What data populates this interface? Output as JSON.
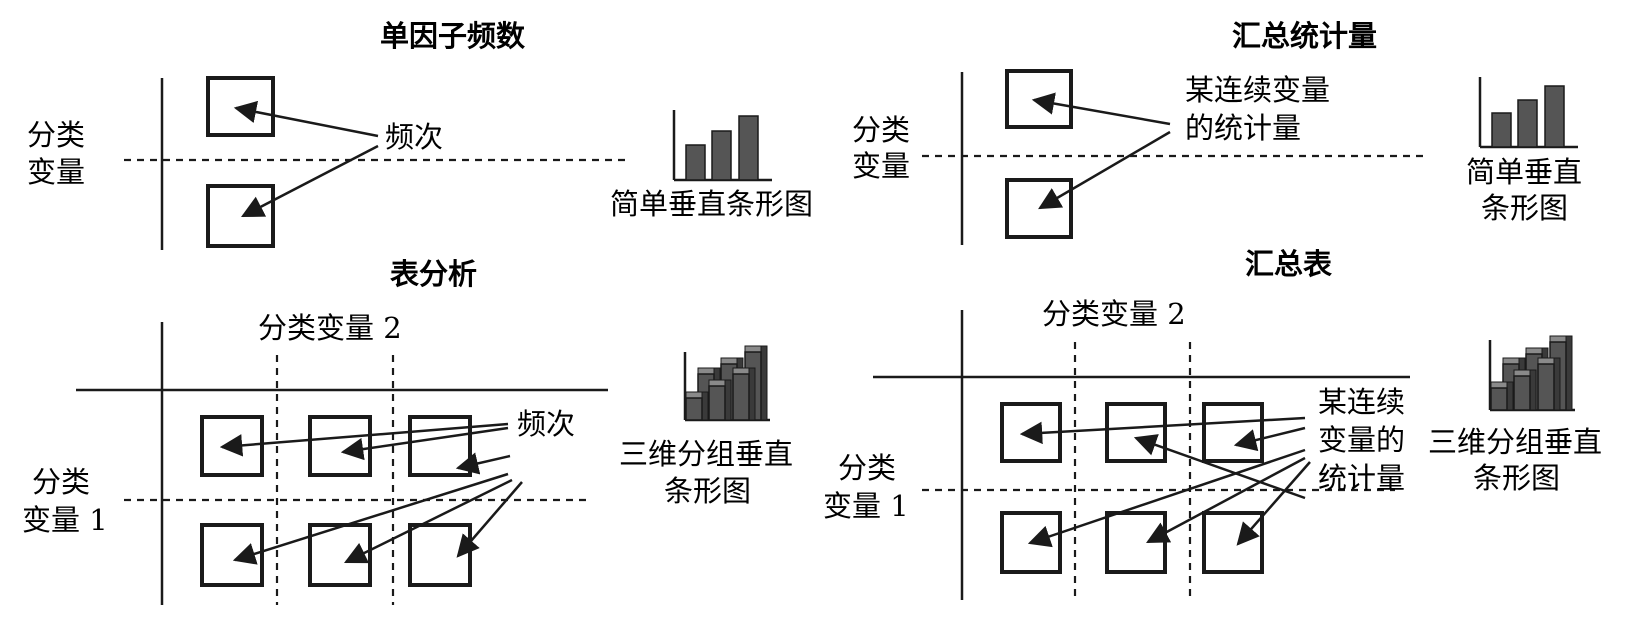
{
  "panels": {
    "top_left": {
      "title": "单因子频数",
      "axis_label": [
        "分类",
        "变量"
      ],
      "callout": "频次",
      "chart_caption": "简单垂直条形图"
    },
    "top_right": {
      "title": "汇总统计量",
      "axis_label": [
        "分类",
        "变量"
      ],
      "callout": [
        "某连续变量",
        "的统计量"
      ],
      "chart_caption": [
        "简单垂直",
        "条形图"
      ]
    },
    "bottom_left": {
      "title": "表分析",
      "col_label": "分类变量 2",
      "row_label": [
        "分类",
        "变量 1"
      ],
      "callout": "频次",
      "chart_caption": [
        "三维分组垂直",
        "条形图"
      ]
    },
    "bottom_right": {
      "title": "汇总表",
      "col_label": "分类变量 2",
      "row_label": [
        "分类",
        "变量 1"
      ],
      "callout": [
        "某连续",
        "变量的",
        "统计量"
      ],
      "chart_caption": [
        "三维分组垂直",
        "条形图"
      ]
    }
  }
}
